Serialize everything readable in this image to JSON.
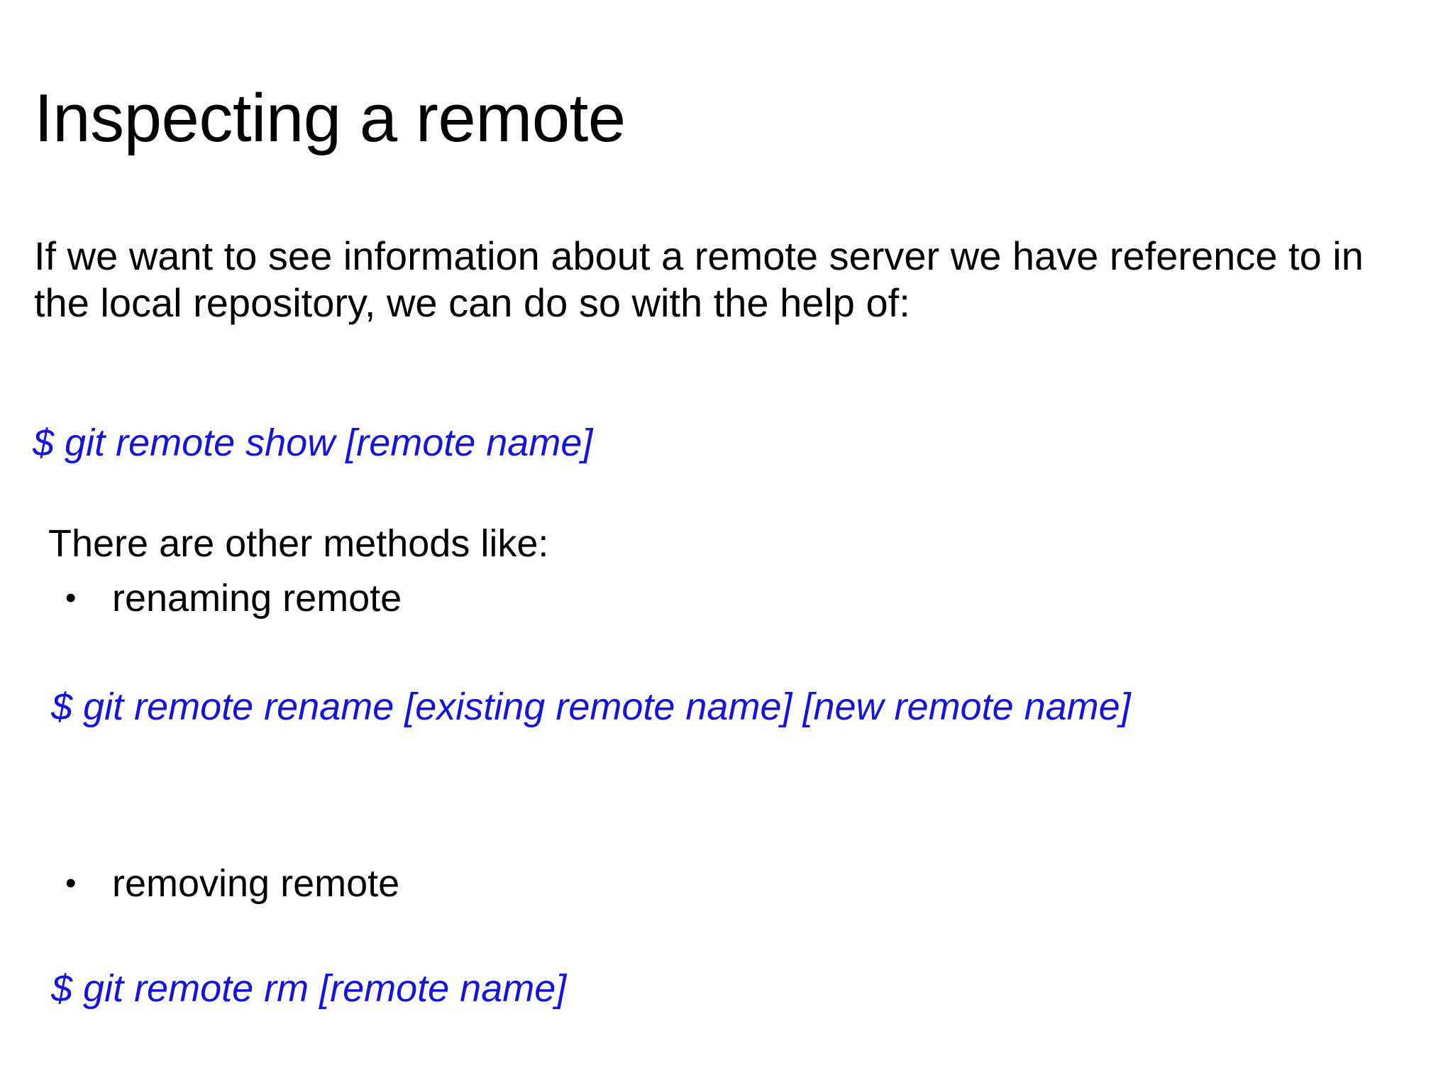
{
  "slide": {
    "title": "Inspecting a remote",
    "background_color": "#ffffff",
    "text_color": "#000000",
    "command_color": "#1414dc",
    "intro_paragraph": "If we want to see information about a remote server we have reference to in the local repository, we can do so with the help of:",
    "commands": {
      "show": "$ git remote show [remote name]",
      "rename": "$ git remote rename [existing remote name] [new remote name]",
      "remove": "$ git remote rm [remote name]"
    },
    "methods_lead": "There are other methods like:",
    "bullets": [
      {
        "marker": "•",
        "label": "renaming remote"
      },
      {
        "marker": "•",
        "label": "removing remote"
      }
    ]
  }
}
